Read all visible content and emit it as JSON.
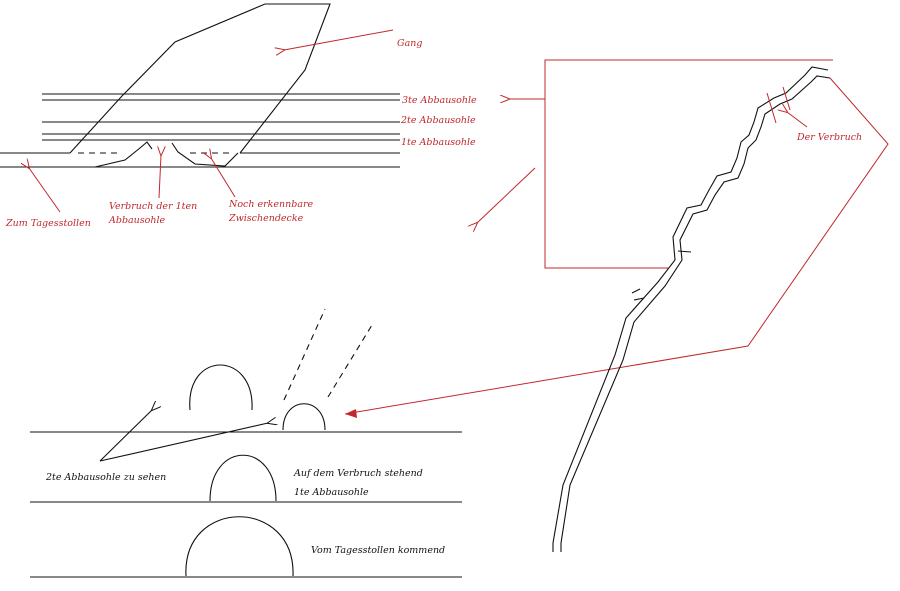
{
  "colors": {
    "annotation": "#c0282d",
    "drawing": "#111111",
    "background": "#ffffff"
  },
  "labels": {
    "gang": "Gang",
    "level3": "3te Abbausohle",
    "level2": "2te Abbausohle",
    "level1": "1te Abbausohle",
    "tagesstollen": "Zum Tagesstollen",
    "verbruch_1ten_line1": "Verbruch der 1ten",
    "verbruch_1ten_line2": "Abbausohle",
    "zwischendecke_line1": "Noch erkennbare",
    "zwischendecke_line2": "Zwischendecke",
    "der_verbruch": "Der Verbruch",
    "zweite_sohle_zu_sehen": "2te Abbausohle zu sehen",
    "auf_dem_verbruch_line1": "Auf dem Verbruch stehend",
    "auf_dem_verbruch_line2": "1te Abbausohle",
    "vom_tagesstollen": "Vom Tagesstollen kommend"
  }
}
